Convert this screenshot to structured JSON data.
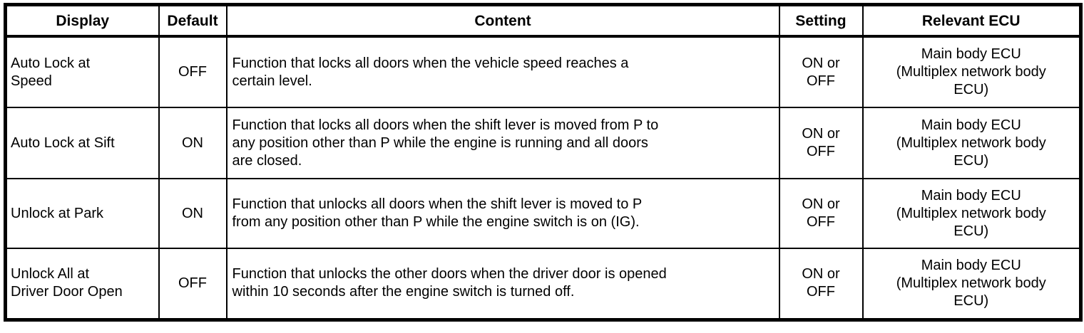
{
  "table": {
    "header": [
      "Display",
      "Default",
      "Content",
      "Setting",
      "Relevant ECU"
    ],
    "rows": [
      {
        "display": [
          "Auto Lock at",
          "Speed"
        ],
        "default": "OFF",
        "content": [
          "Function that locks all doors when the vehicle speed reaches a",
          "certain level."
        ],
        "setting": [
          "ON or",
          "OFF"
        ],
        "ecu": [
          "Main body ECU",
          "(Multiplex network body",
          "ECU)"
        ]
      },
      {
        "display": [
          "Auto Lock at Sift"
        ],
        "default": "ON",
        "content": [
          "Function that locks all doors when the shift lever is moved from P to",
          "any position other than P while the engine is running and all doors",
          "are closed."
        ],
        "setting": [
          "ON or",
          "OFF"
        ],
        "ecu": [
          "Main body ECU",
          "(Multiplex network body",
          "ECU)"
        ]
      },
      {
        "display": [
          "Unlock at Park"
        ],
        "default": "ON",
        "content": [
          "Function that unlocks all doors when the shift lever is moved to P",
          "from any position other than P while the engine switch is on (IG)."
        ],
        "setting": [
          "ON or",
          "OFF"
        ],
        "ecu": [
          "Main body ECU",
          "(Multiplex network body",
          "ECU)"
        ]
      },
      {
        "display": [
          "Unlock All at",
          "Driver Door Open"
        ],
        "default": "OFF",
        "content": [
          "Function that unlocks the other doors when the driver door is opened",
          "within 10 seconds after the engine switch is turned off."
        ],
        "setting": [
          "ON or",
          "OFF"
        ],
        "ecu": [
          "Main body ECU",
          "(Multiplex network body",
          "ECU)"
        ]
      }
    ],
    "colors": {
      "border": "#000000",
      "text": "#000000",
      "background": "#ffffff"
    }
  }
}
